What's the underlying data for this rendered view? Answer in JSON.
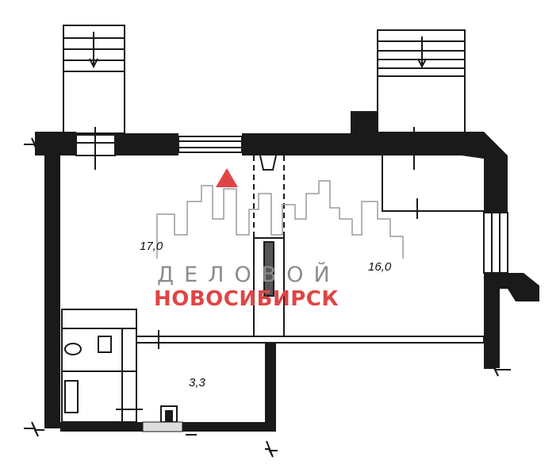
{
  "rooms": {
    "room_a_area": "17,0",
    "room_b_area": "16,0",
    "room_c_area": "3,3"
  },
  "watermark": {
    "line1": "ДЕЛОВОЙ",
    "line2": "НОВОСИБИРСК",
    "gray": "#8c8c8c",
    "red": "#e04545"
  },
  "colors": {
    "wall": "#1a1a1a",
    "background": "#ffffff"
  }
}
